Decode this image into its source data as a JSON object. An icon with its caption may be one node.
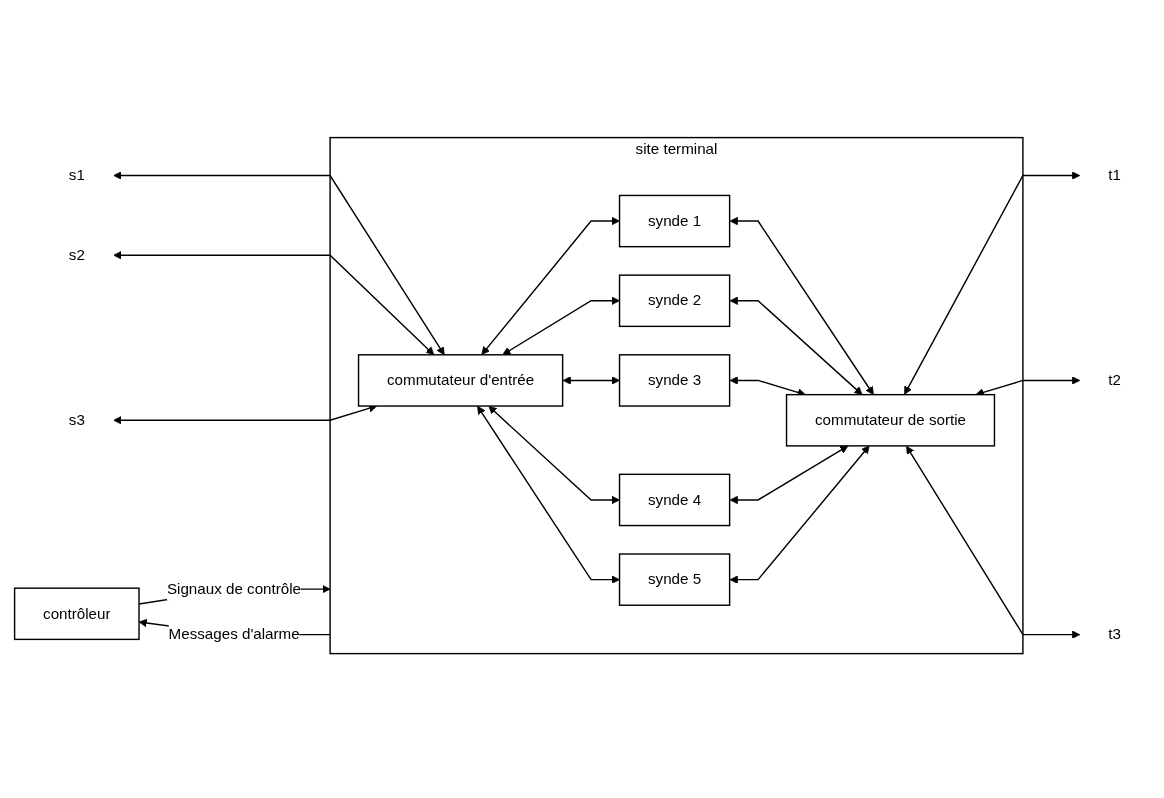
{
  "diagram": {
    "nodes": [
      {
        "text": [
          "contrôleur"
        ]
      },
      {
        "text": [
          "site terminal"
        ]
      },
      {
        "text": [
          "commutateur d'entrée"
        ],
        "in": 1
      },
      {
        "text": [
          "synde 1"
        ],
        "in": 1
      },
      {
        "text": [
          "synde 2"
        ],
        "in": 1
      },
      {
        "text": [
          "synde 3"
        ],
        "in": 1
      },
      {
        "text": [
          "synde 4"
        ],
        "in": 1
      },
      {
        "text": [
          "synde 5"
        ],
        "in": 1
      },
      {
        "text": [
          "commutateur de sortie"
        ],
        "in": 1
      },
      {
        "text": [
          "s1"
        ]
      },
      {
        "text": [
          "s2"
        ]
      },
      {
        "text": [
          "s3"
        ]
      },
      {
        "text": [
          "t1"
        ]
      },
      {
        "text": [
          "t2"
        ]
      },
      {
        "text": [
          "t3"
        ]
      }
    ],
    "edges": [
      {
        "from": 1,
        "to": 0,
        "arrow": "to",
        "label": "Messages d'alarme"
      },
      {
        "from": 0,
        "to": 1,
        "arrow": "to",
        "label": "Signaux de contrôle"
      },
      {
        "from": 9,
        "to": 2,
        "arrow": "both"
      },
      {
        "from": 10,
        "to": 2,
        "arrow": "both"
      },
      {
        "from": 11,
        "to": 2,
        "arrow": "both"
      },
      {
        "from": 2,
        "to": 3,
        "arrow": "both"
      },
      {
        "from": 2,
        "to": 4,
        "arrow": "both"
      },
      {
        "from": 2,
        "to": 5,
        "arrow": "both"
      },
      {
        "from": 2,
        "to": 6,
        "arrow": "both"
      },
      {
        "from": 2,
        "to": 7,
        "arrow": "both"
      },
      {
        "from": 3,
        "to": 8,
        "arrow": "both"
      },
      {
        "from": 4,
        "to": 8,
        "arrow": "both"
      },
      {
        "from": 5,
        "to": 8,
        "arrow": "both"
      },
      {
        "from": 6,
        "to": 8,
        "arrow": "both"
      },
      {
        "from": 7,
        "to": 8,
        "arrow": "both"
      },
      {
        "from": 8,
        "to": 12,
        "arrow": "both"
      },
      {
        "from": 8,
        "to": 13,
        "arrow": "both"
      },
      {
        "from": 8,
        "to": 14,
        "arrow": "both"
      }
    ]
  }
}
